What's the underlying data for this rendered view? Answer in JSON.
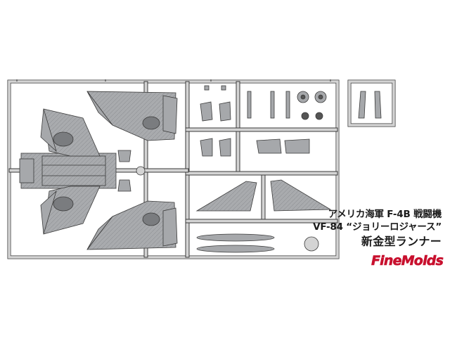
{
  "caption": {
    "line1": "アメリカ海軍 F-4B 戦闘機",
    "line2": "VF-84 “ジョリーロジャース”",
    "line3": "新金型ランナー"
  },
  "logo": {
    "text": "FineMolds",
    "color": "#c8102e"
  },
  "colors": {
    "runner": "#d4d4d4",
    "part": "#a6a8ab",
    "outline": "#3a3a3a"
  }
}
